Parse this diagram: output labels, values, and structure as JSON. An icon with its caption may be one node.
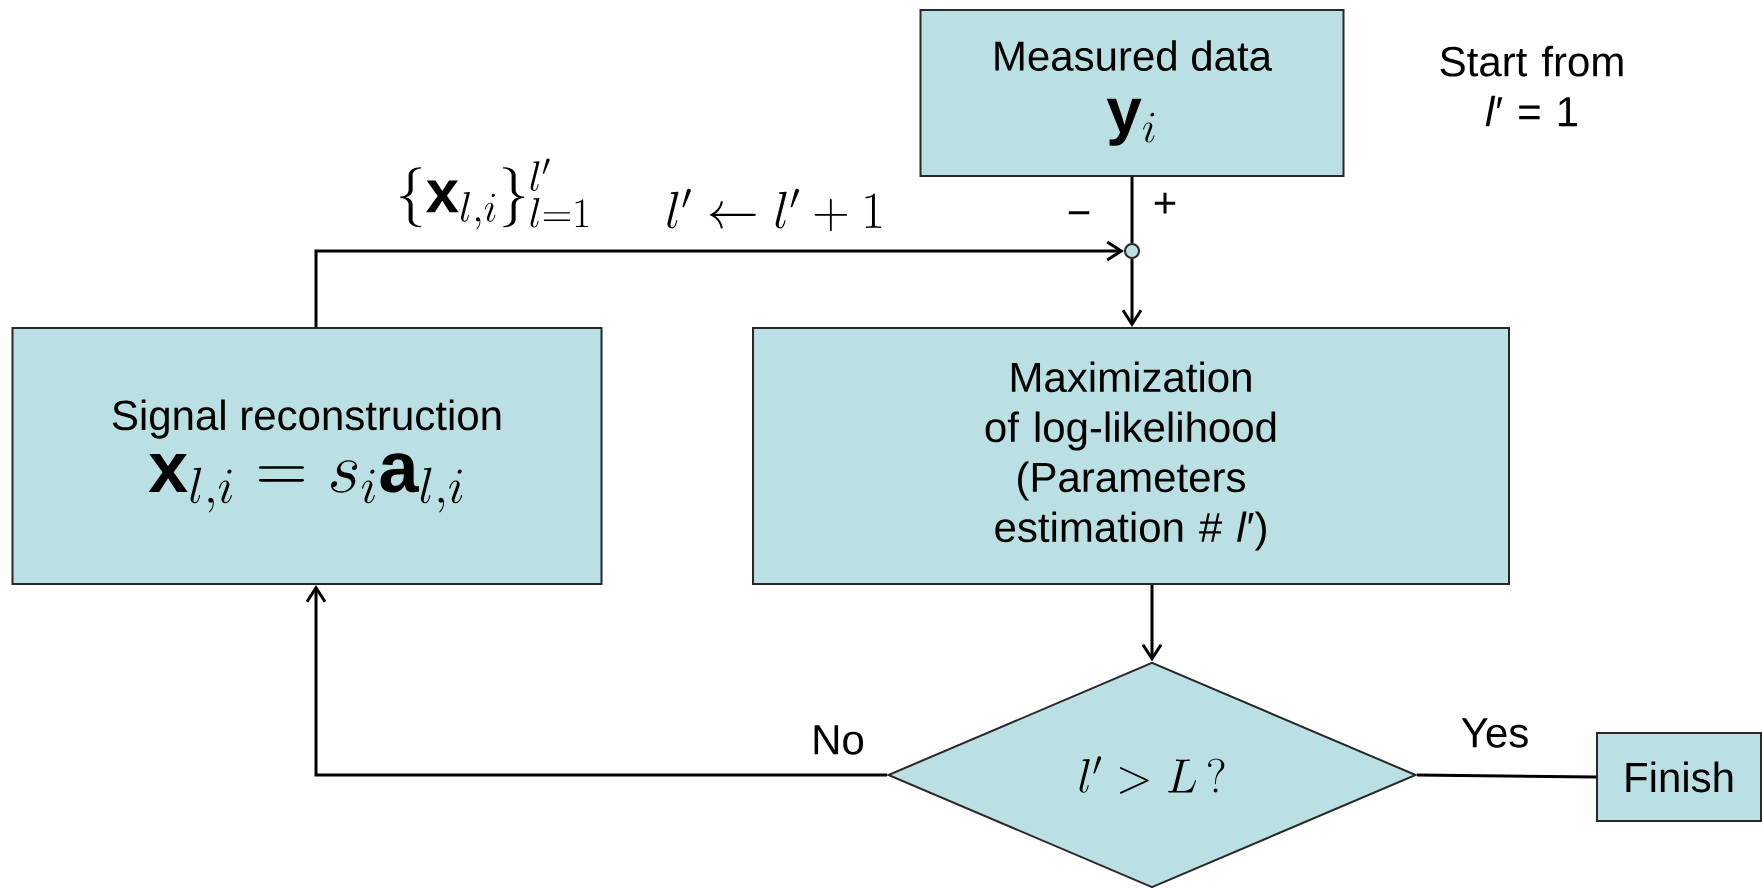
{
  "diagram": {
    "nodes": [
      {
        "text": [
          "Measured data",
          "\\mathbf{y}_i"
        ]
      },
      {
        "text": [],
        "shape": "circle"
      },
      {
        "text": [
          "Maximization of log-likelihood (Parameters estimation # *l*′)"
        ]
      },
      {
        "text": [
          "l' > L\\,?"
        ]
      },
      {
        "text": [
          "Finish"
        ]
      },
      {
        "text": [
          "Signal reconstruction",
          "\\mathbf{x}_{l,i} = s_i\\mathbf{a}_{l,i}"
        ]
      }
    ],
    "edges": [
      {
        "from": 0,
        "to": 1,
        "arrow": "none"
      },
      {
        "from": 5,
        "to": 1,
        "arrow": "to",
        "label": "\\{\\mathbf{x}_{l,i}\\}_{l=1}^{l'}"
      },
      {
        "from": 1,
        "to": 2,
        "arrow": "to"
      },
      {
        "from": 2,
        "to": 3,
        "arrow": "to"
      },
      {
        "from": 3,
        "to": 5,
        "arrow": "to",
        "label": "No"
      },
      {
        "from": 3,
        "to": 4,
        "arrow": "none",
        "label": "Yes"
      }
    ],
    "labels": [
      "l' \\leftarrow l'+1",
      "−",
      "+",
      "Start from *l*′ = 1"
    ]
  }
}
